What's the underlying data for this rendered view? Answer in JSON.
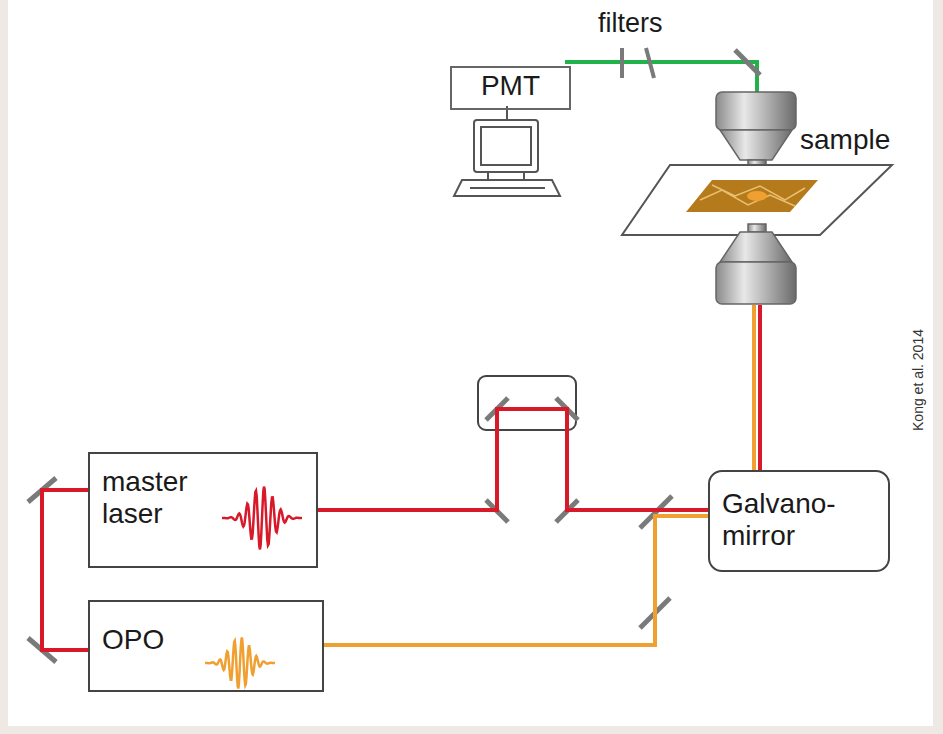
{
  "diagram": {
    "nodes": [
      {
        "text": [
          "PMT"
        ]
      },
      {
        "text": [
          "master laser"
        ]
      },
      {
        "text": [
          "Galvano-mirror"
        ]
      },
      {
        "text": [
          "OPO"
        ]
      }
    ],
    "edges": [
      {
        "from": 1,
        "to": 2,
        "arrow": "none"
      },
      {
        "from": 1,
        "to": 3,
        "arrow": "none"
      },
      {
        "from": 3,
        "to": 2,
        "arrow": "none"
      }
    ],
    "labels": [
      "filters",
      "sample",
      "Kong et al. 2014"
    ]
  }
}
